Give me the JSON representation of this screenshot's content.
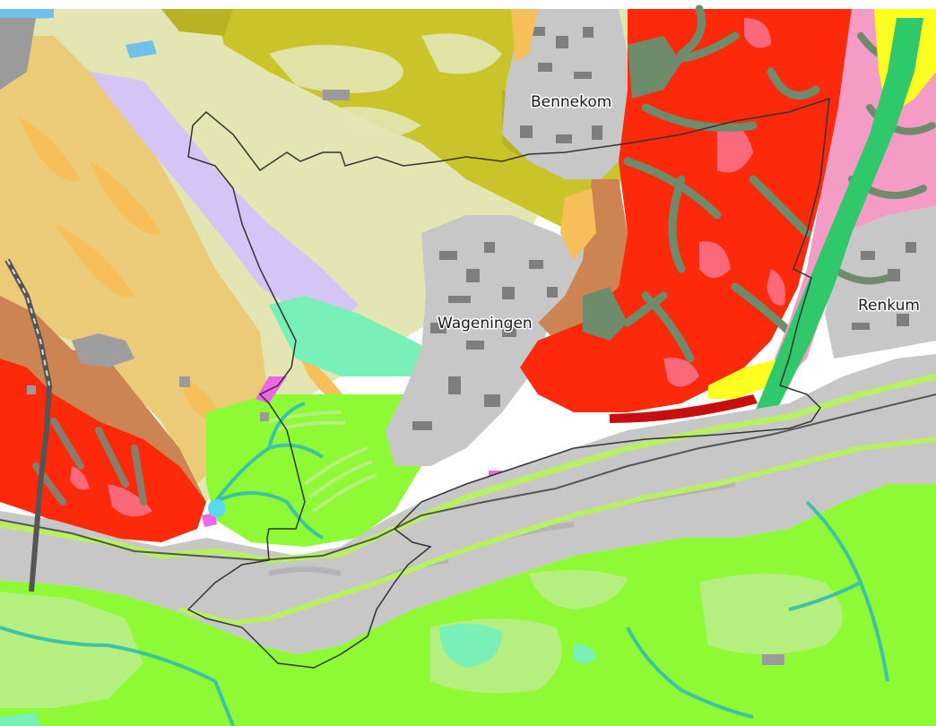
{
  "map": {
    "places": [
      {
        "id": "bennekom",
        "name": "Bennekom"
      },
      {
        "id": "wageningen",
        "name": "Wageningen"
      },
      {
        "id": "renkum",
        "name": "Renkum"
      }
    ],
    "colors": {
      "background": "#ffffff",
      "sand_plain": "#e3e6b2",
      "ridge_olive": "#c9c42a",
      "ridge_olive_dark": "#b8b322",
      "gold_terrace": "#ebcb78",
      "light_orange": "#f6bf5a",
      "lavender": "#d5c5f7",
      "mint": "#78f0b7",
      "river_green": "#8dfa35",
      "pale_green": "#b5ef7f",
      "urban_grey": "#c7c7c7",
      "building_grey": "#7e7e7e",
      "moraine_red": "#fc2a0a",
      "valley_grey_green": "#6e8c6b",
      "brown": "#cc8452",
      "pink": "#f59cc6",
      "magenta": "#ee67e6",
      "yellow": "#ffff22",
      "stream_green": "#2fc86a",
      "water_blue": "#3ec2a6",
      "boundary": "#333333"
    }
  }
}
